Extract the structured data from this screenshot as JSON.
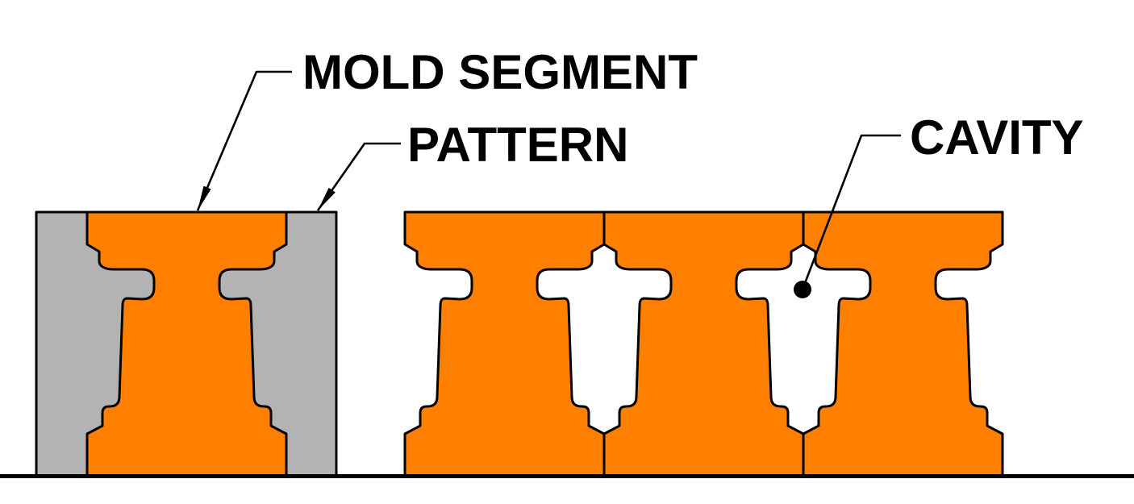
{
  "figure": {
    "labels": {
      "mold_segment": "MOLD SEGMENT",
      "pattern": "PATTERN",
      "cavity": "CAVITY"
    },
    "colors": {
      "segment_fill": "#FF8000",
      "pattern_fill": "#B3B3B3",
      "outline": "#000000",
      "label_text": "#000000",
      "background": "#FFFFFF"
    },
    "assembly": {
      "segment_count": 3,
      "cavity_count": 2
    }
  }
}
